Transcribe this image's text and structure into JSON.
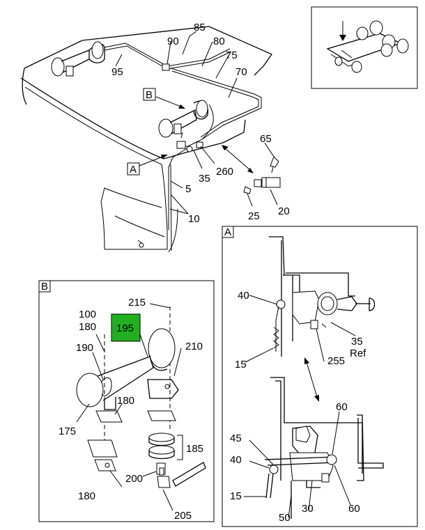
{
  "views": {
    "view_b": {
      "letter": "B"
    },
    "view_a": {
      "letter": "A"
    }
  },
  "labels": {
    "p85": "85",
    "p90": "90",
    "p80": "80",
    "p75": "75",
    "p95": "95",
    "p70": "70",
    "p65": "65",
    "p35": "35",
    "p260": "260",
    "p5": "5",
    "p10": "10",
    "p25": "25",
    "p20": "20",
    "b215": "215",
    "b100": "100",
    "b180a": "180",
    "b195": "195",
    "b190": "190",
    "b210": "210",
    "b180b": "180",
    "b175": "175",
    "b185": "185",
    "b200": "200",
    "b180c": "180",
    "b205": "205",
    "a40": "40",
    "a35": "35",
    "aref": "Ref",
    "a15": "15",
    "a255": "255",
    "a60a": "60",
    "a45": "45",
    "a40b": "40",
    "a15b": "15",
    "a50": "50",
    "a30": "30",
    "a60b": "60"
  },
  "highlight": {
    "color": "#22b022"
  }
}
